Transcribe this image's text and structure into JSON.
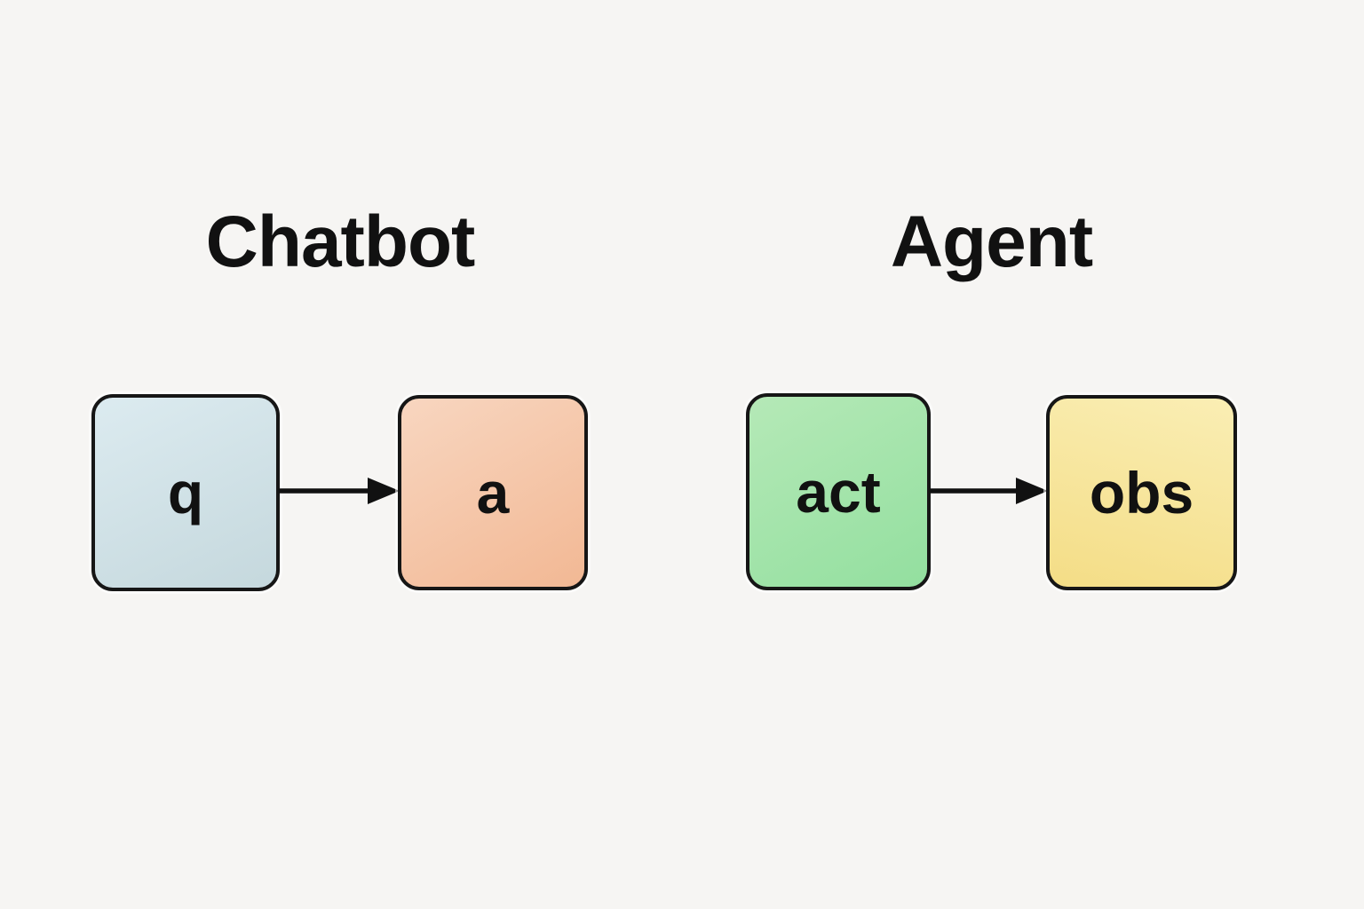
{
  "diagram": {
    "sections": [
      {
        "id": "chatbot",
        "title": "Chatbot",
        "nodes": [
          {
            "id": "q",
            "label": "q",
            "fill_light": "#dcebf0",
            "fill_dark": "#c5d8dd",
            "gradient_angle": "155deg"
          },
          {
            "id": "a",
            "label": "a",
            "fill_light": "#f8d6c0",
            "fill_dark": "#f2b894",
            "gradient_angle": "150deg"
          }
        ],
        "edge": {
          "from": "q",
          "to": "a",
          "direction": "right"
        }
      },
      {
        "id": "agent",
        "title": "Agent",
        "nodes": [
          {
            "id": "act",
            "label": "act",
            "fill_light": "#b5e9b7",
            "fill_dark": "#93df9f",
            "gradient_angle": "150deg"
          },
          {
            "id": "obs",
            "label": "obs",
            "fill_light": "#faeeb4",
            "fill_dark": "#f4dd86",
            "gradient_angle": "195deg"
          }
        ],
        "edge": {
          "from": "act",
          "to": "obs",
          "direction": "right"
        }
      }
    ],
    "colors": {
      "background": "#f6f5f3",
      "node_border": "#161616",
      "text": "#111111",
      "arrow": "#111111"
    }
  }
}
